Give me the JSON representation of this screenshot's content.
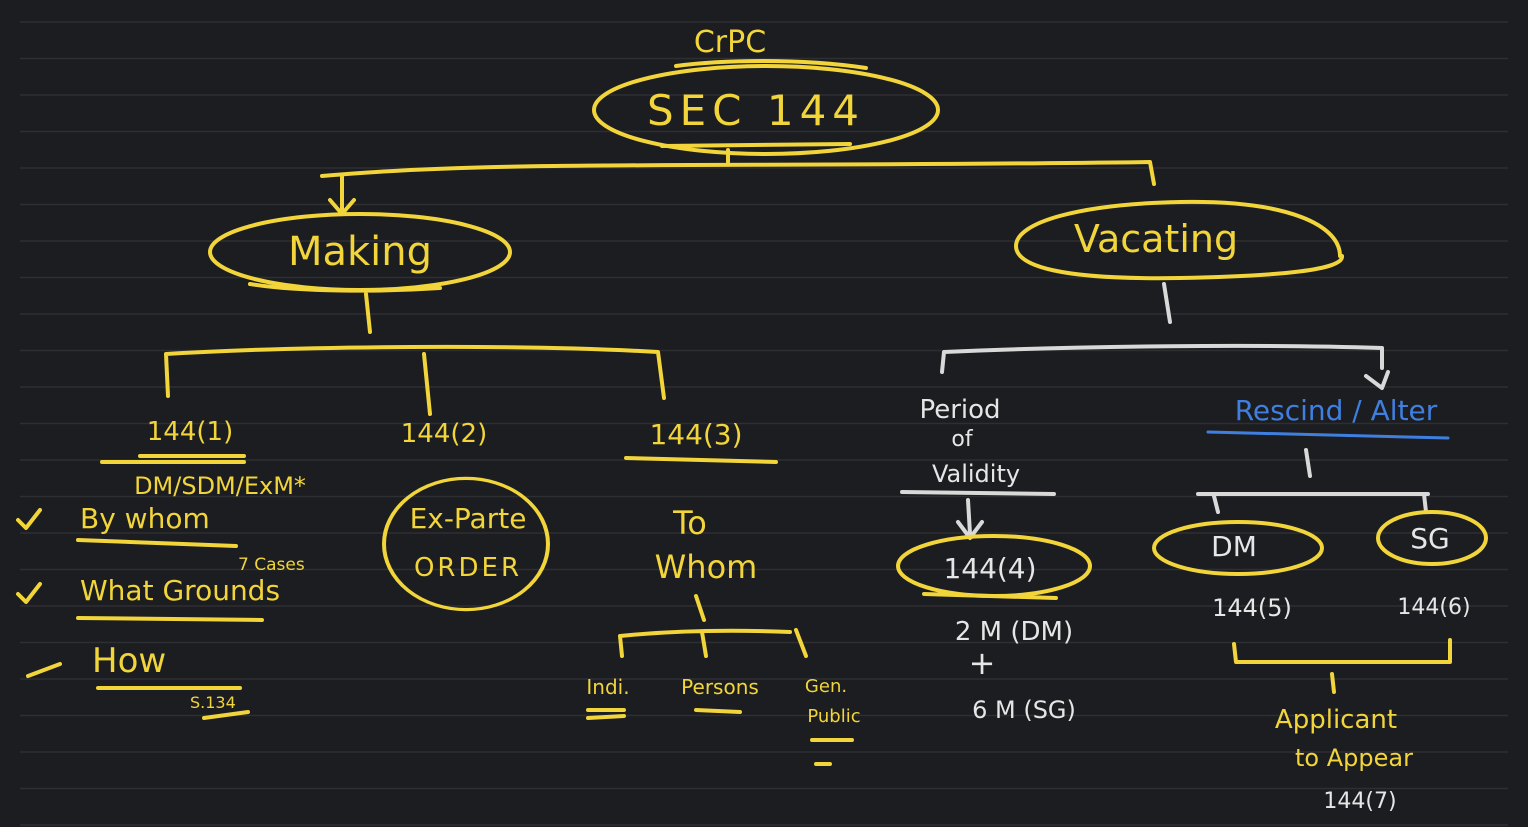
{
  "colors": {
    "background": "#1c1d20",
    "ruled_line": "#2e2f33",
    "yellow": "#f1d53a",
    "white": "#e6e6e6",
    "blue": "#3f7fe0"
  },
  "root": {
    "top_note": "CrPC",
    "title": "SEC 144"
  },
  "making": {
    "label": "Making",
    "s1": {
      "section": "144(1)",
      "authority": "DM/SDM/ExM*",
      "q1": "By whom",
      "q2": "What Grounds",
      "q2_note": "7 Cases",
      "q3": "How",
      "q3_note": "S.134"
    },
    "s2": {
      "section": "144(2)",
      "order_line1": "Ex-Parte",
      "order_line2": "ORDER"
    },
    "s3": {
      "section": "144(3)",
      "to_whom_1": "To",
      "to_whom_2": "Whom",
      "leaf_individual": "Indi.",
      "leaf_persons": "Persons",
      "leaf_general_1": "Gen.",
      "leaf_general_2": "Public"
    }
  },
  "vacating": {
    "label": "Vacating",
    "period": {
      "line1": "Period",
      "line2": "of",
      "line3": "Validity",
      "section": "144(4)",
      "rule1": "2 M (DM)",
      "plus": "+",
      "rule2": "6 M (SG)"
    },
    "rescind": {
      "label": "Rescind / Alter",
      "dm": "DM",
      "sg": "SG",
      "dm_section": "144(5)",
      "sg_section": "144(6)",
      "applicant_1": "Applicant",
      "applicant_2": "to Appear",
      "applicant_section": "144(7)"
    }
  }
}
